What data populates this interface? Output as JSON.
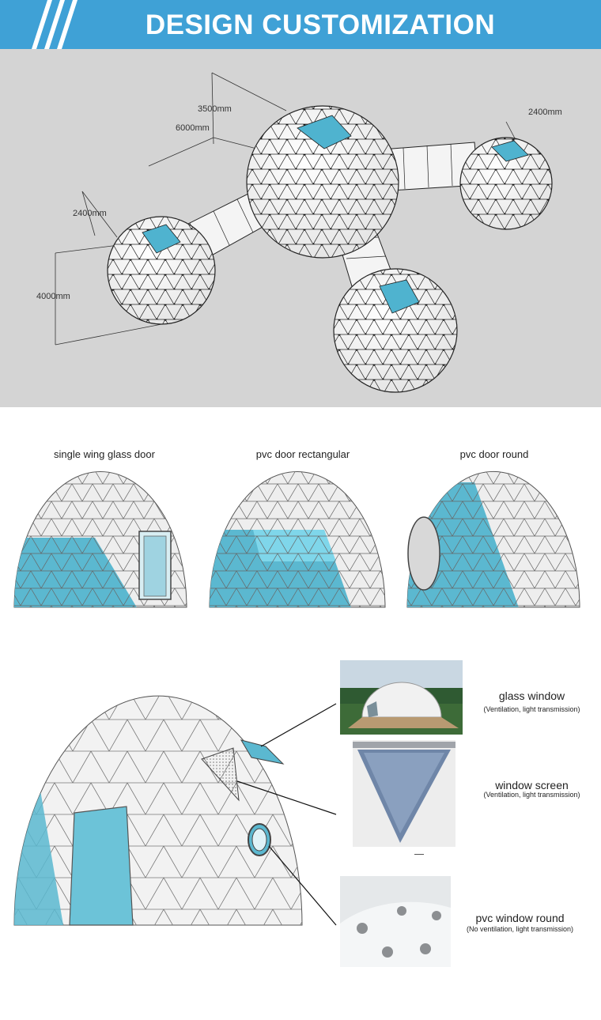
{
  "header": {
    "title": "DESIGN CUSTOMIZATION"
  },
  "layout_dims": {
    "d1": "3500mm",
    "d2": "6000mm",
    "d3": "2400mm",
    "d4": "2400mm",
    "d5": "4000mm"
  },
  "doors": [
    {
      "label": "single wing  glass door"
    },
    {
      "label": "pvc door rectangular"
    },
    {
      "label": "pvc door round"
    }
  ],
  "windows": [
    {
      "title": "glass window",
      "sub": "(Ventilation, light transmission)"
    },
    {
      "title": "window screen",
      "sub": "(Ventilation, light transmission)"
    },
    {
      "title": "pvc window round",
      "sub": "(No ventilation, light transmission)"
    }
  ],
  "colors": {
    "accent": "#3fa1d6",
    "glass": "#5bb8d0",
    "panel_bg": "#d4d4d4"
  }
}
